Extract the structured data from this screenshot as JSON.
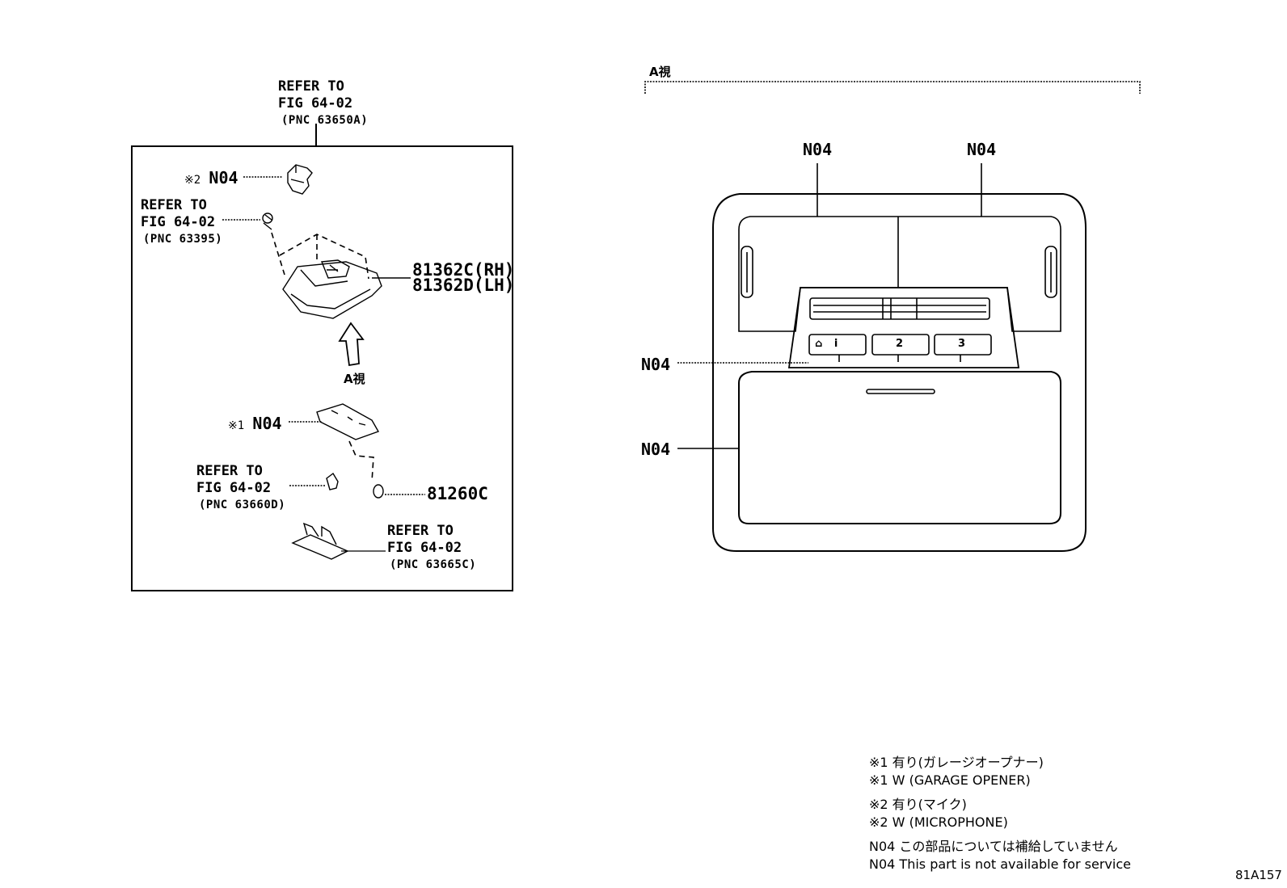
{
  "left_panel": {
    "top_ref": {
      "line1": "REFER TO",
      "line2": "FIG 64-02",
      "pnc": "(PNC 63650A)"
    },
    "microphone_callout": {
      "mark": "※2",
      "code": "N04"
    },
    "lens_ref": {
      "line1": "REFER TO",
      "line2": "FIG 64-02",
      "pnc": "(PNC 63395)"
    },
    "lamp_part": {
      "rh": "81362C(RH)",
      "lh": "81362D(LH)"
    },
    "view_label": "A視",
    "garage_callout": {
      "mark": "※1",
      "code": "N04"
    },
    "bulb_ref": {
      "line1": "REFER TO",
      "line2": "FIG 64-02",
      "pnc": "(PNC 63660D)"
    },
    "bulb_part": "81260C",
    "switch_ref": {
      "line1": "REFER TO",
      "line2": "FIG 64-02",
      "pnc": "(PNC 63665C)"
    }
  },
  "right_panel": {
    "view_label": "A視",
    "callouts": [
      "N04",
      "N04",
      "N04",
      "N04"
    ],
    "buttons": [
      "i",
      "2",
      "3"
    ]
  },
  "notes": [
    "※1 有り(ガレージオープナー)",
    "※1 W (GARAGE OPENER)",
    "※2 有り(マイク)",
    "※2 W (MICROPHONE)",
    "N04  この部品については補給していません",
    "N04  This part is not available for service"
  ],
  "figure_id": "81A157"
}
